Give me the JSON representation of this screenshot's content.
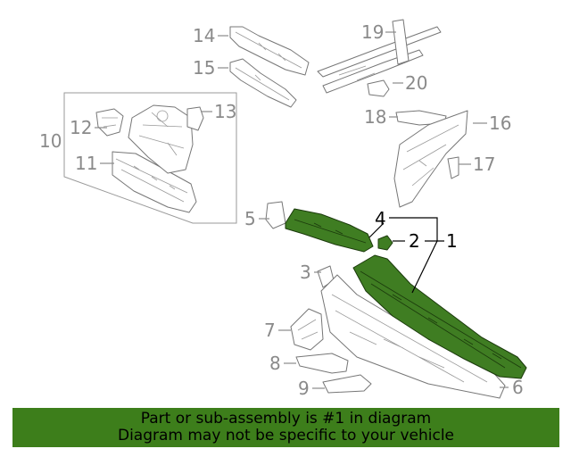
{
  "callouts": {
    "c1": "1",
    "c2": "2",
    "c3": "3",
    "c4": "4",
    "c5": "5",
    "c6": "6",
    "c7": "7",
    "c8": "8",
    "c9": "9",
    "c10": "10",
    "c11": "11",
    "c12": "12",
    "c13": "13",
    "c14": "14",
    "c15": "15",
    "c16": "16",
    "c17": "17",
    "c18": "18",
    "c19": "19",
    "c20": "20"
  },
  "highlight": {
    "part_number": "1",
    "color": "#3d7e1b",
    "included_callouts": [
      "1",
      "2",
      "4"
    ]
  },
  "banner": {
    "line1": "Part or sub-assembly is #1 in diagram",
    "line2": "Diagram may not be specific to your vehicle"
  }
}
